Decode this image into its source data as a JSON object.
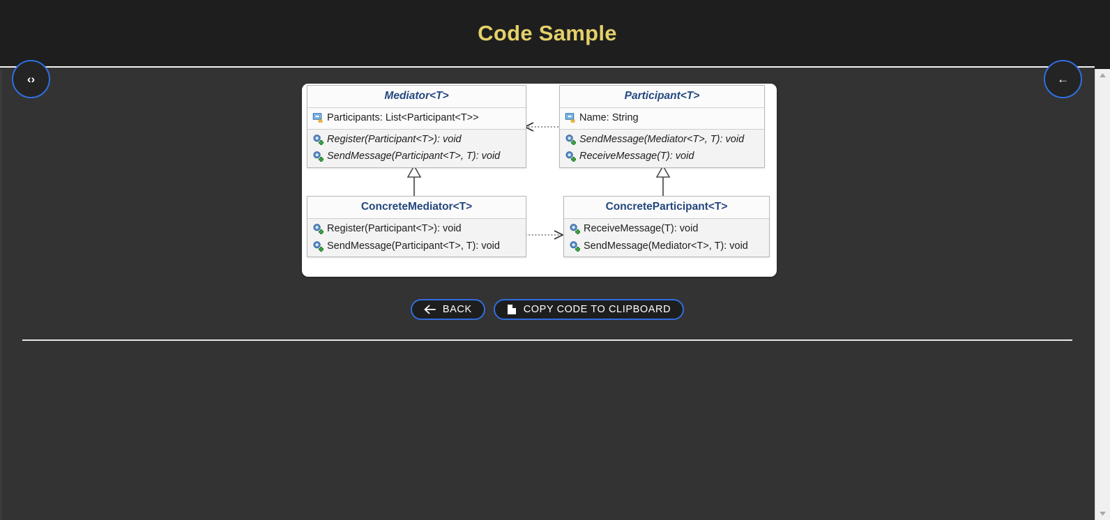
{
  "header": {
    "title": "Code Sample",
    "title_color": "#e3d06a",
    "background_color": "#1e1e1e"
  },
  "floating_buttons": [
    {
      "name": "code-toggle",
      "icon": "code-icon",
      "glyph": "‹›"
    },
    {
      "name": "back-nav",
      "icon": "arrow-left-icon",
      "glyph": "←"
    }
  ],
  "actions": {
    "back_label": "BACK",
    "back_icon": "arrow-left-icon",
    "copy_label": "COPY CODE TO CLIPBOARD",
    "copy_icon": "clipboard-file-icon",
    "accent_color": "#2f6fe0"
  },
  "diagram": {
    "type": "uml-class-diagram",
    "pattern": "Mediator",
    "classes": [
      {
        "id": "mediator",
        "name": "Mediator<T>",
        "stereotype": "interface",
        "italic": true,
        "attributes": [
          {
            "icon": "property-icon",
            "text": "Participants: List<Participant<T>>",
            "italic": false
          }
        ],
        "methods": [
          {
            "icon": "method-icon",
            "text": "Register(Participant<T>): void",
            "italic": true
          },
          {
            "icon": "method-icon",
            "text": "SendMessage(Participant<T>, T): void",
            "italic": true
          }
        ]
      },
      {
        "id": "participant",
        "name": "Participant<T>",
        "stereotype": "interface",
        "italic": true,
        "attributes": [
          {
            "icon": "property-icon",
            "text": "Name: String",
            "italic": false
          }
        ],
        "methods": [
          {
            "icon": "method-icon",
            "text": "SendMessage(Mediator<T>, T): void",
            "italic": true
          },
          {
            "icon": "method-icon",
            "text": "ReceiveMessage(T): void",
            "italic": true
          }
        ]
      },
      {
        "id": "concrete-mediator",
        "name": "ConcreteMediator<T>",
        "stereotype": "class",
        "italic": false,
        "attributes": [],
        "methods": [
          {
            "icon": "method-icon",
            "text": "Register(Participant<T>): void",
            "italic": false
          },
          {
            "icon": "method-icon",
            "text": "SendMessage(Participant<T>, T): void",
            "italic": false
          }
        ]
      },
      {
        "id": "concrete-participant",
        "name": "ConcreteParticipant<T>",
        "stereotype": "class",
        "italic": false,
        "attributes": [],
        "methods": [
          {
            "icon": "method-icon",
            "text": "ReceiveMessage(T): void",
            "italic": false
          },
          {
            "icon": "method-icon",
            "text": "SendMessage(Mediator<T>, T): void",
            "italic": false
          }
        ]
      }
    ],
    "relationships": [
      {
        "from": "participant",
        "to": "mediator",
        "type": "dependency",
        "style": "dotted-open-arrow"
      },
      {
        "from": "concrete-mediator",
        "to": "mediator",
        "type": "realization",
        "style": "solid-hollow-triangle"
      },
      {
        "from": "concrete-participant",
        "to": "participant",
        "type": "realization",
        "style": "solid-hollow-triangle"
      },
      {
        "from": "concrete-mediator",
        "to": "concrete-participant",
        "type": "dependency",
        "style": "dotted-open-arrow"
      }
    ],
    "title_color": "#24477e",
    "box_fill": "#f3f3f3"
  },
  "scrollbar": {
    "up_arrow": "▲",
    "down_arrow": "▼"
  }
}
